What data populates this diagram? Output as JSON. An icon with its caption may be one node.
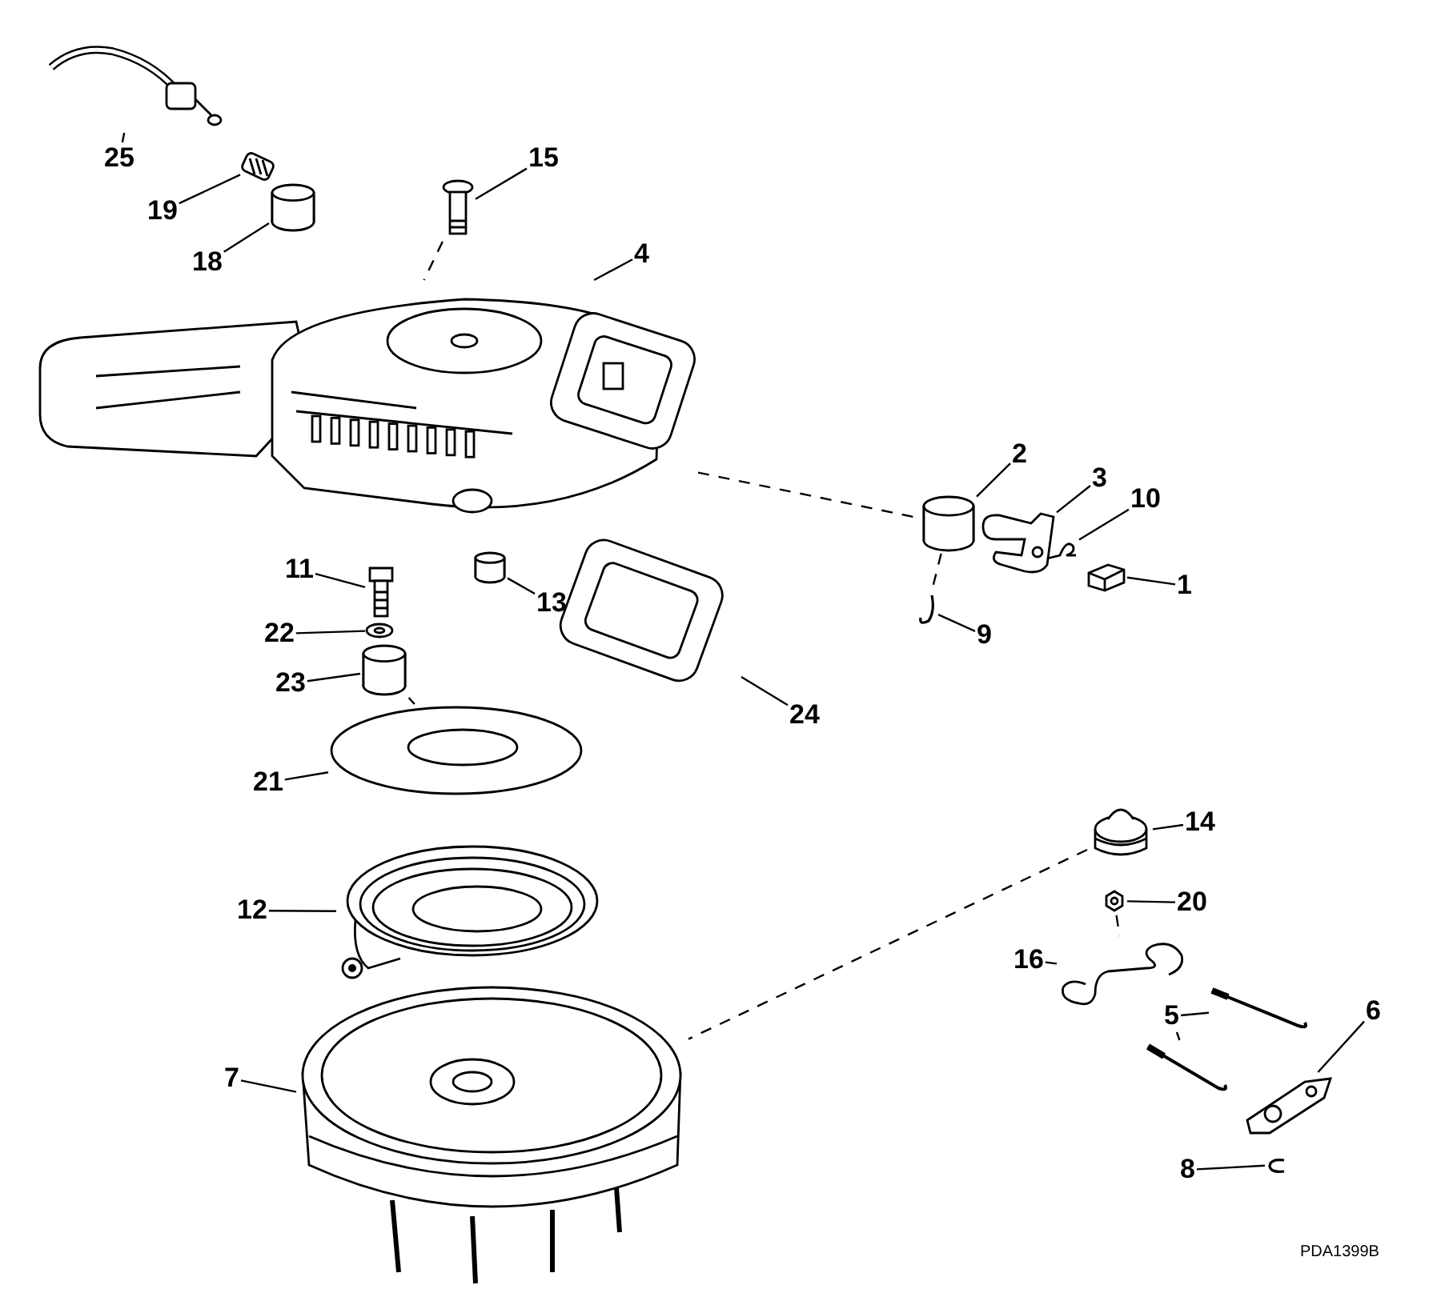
{
  "diagram": {
    "nodes": [
      {
        "text": [
          "25"
        ]
      },
      {
        "text": [],
        "shape": "picture"
      },
      {
        "text": [
          "19"
        ]
      },
      {
        "text": [],
        "shape": "picture"
      },
      {
        "text": [
          "15"
        ]
      },
      {
        "text": [],
        "shape": "picture"
      },
      {
        "text": [
          "18"
        ]
      },
      {
        "text": [],
        "shape": "cylinder"
      },
      {
        "text": [
          "4"
        ]
      },
      {
        "text": [],
        "shape": "picture"
      },
      {
        "text": [
          "2"
        ]
      },
      {
        "text": [],
        "shape": "cylinder"
      },
      {
        "text": [
          "3"
        ]
      },
      {
        "text": [],
        "shape": "picture"
      },
      {
        "text": [
          "10"
        ]
      },
      {
        "text": [],
        "shape": "picture"
      },
      {
        "text": [
          "11"
        ]
      },
      {
        "text": [],
        "shape": "picture"
      },
      {
        "text": [
          "1"
        ]
      },
      {
        "text": [],
        "shape": "picture"
      },
      {
        "text": [
          "13"
        ]
      },
      {
        "text": [],
        "shape": "cylinder"
      },
      {
        "text": [
          "9"
        ]
      },
      {
        "text": [],
        "shape": "picture"
      },
      {
        "text": [
          "22"
        ]
      },
      {
        "text": [],
        "shape": "picture"
      },
      {
        "text": [
          "23"
        ]
      },
      {
        "text": [],
        "shape": "cylinder"
      },
      {
        "text": [
          "24"
        ]
      },
      {
        "text": [],
        "shape": "picture"
      },
      {
        "text": [
          "21"
        ]
      },
      {
        "text": [],
        "shape": "picture"
      },
      {
        "text": [
          "14"
        ]
      },
      {
        "text": [],
        "shape": "picture"
      },
      {
        "text": [
          "20"
        ]
      },
      {
        "text": [],
        "shape": "picture"
      },
      {
        "text": [
          "12"
        ]
      },
      {
        "text": [],
        "shape": "picture"
      },
      {
        "text": [
          "16"
        ]
      },
      {
        "text": [],
        "shape": "picture"
      },
      {
        "text": [
          "5"
        ]
      },
      {
        "text": [],
        "shape": "picture"
      },
      {
        "text": [],
        "shape": "picture"
      },
      {
        "text": [
          "6"
        ]
      },
      {
        "text": [],
        "shape": "picture"
      },
      {
        "text": [
          "7"
        ]
      },
      {
        "text": [],
        "shape": "picture"
      },
      {
        "text": [
          "8"
        ]
      },
      {
        "text": [],
        "shape": "picture"
      }
    ],
    "edges": [
      {
        "from": 0,
        "to": 1,
        "arrow": "none"
      },
      {
        "from": 2,
        "to": 3,
        "arrow": "none"
      },
      {
        "from": 4,
        "to": 5,
        "arrow": "none"
      },
      {
        "from": 6,
        "to": 7,
        "arrow": "none"
      },
      {
        "from": 8,
        "to": 9,
        "arrow": "none"
      },
      {
        "from": 10,
        "to": 11,
        "arrow": "none"
      },
      {
        "from": 12,
        "to": 13,
        "arrow": "none"
      },
      {
        "from": 14,
        "to": 15,
        "arrow": "none"
      },
      {
        "from": 16,
        "to": 17,
        "arrow": "none"
      },
      {
        "from": 18,
        "to": 19,
        "arrow": "none"
      },
      {
        "from": 20,
        "to": 21,
        "arrow": "none"
      },
      {
        "from": 22,
        "to": 23,
        "arrow": "none"
      },
      {
        "from": 24,
        "to": 25,
        "arrow": "none"
      },
      {
        "from": 26,
        "to": 27,
        "arrow": "none"
      },
      {
        "from": 28,
        "to": 29,
        "arrow": "none"
      },
      {
        "from": 30,
        "to": 31,
        "arrow": "none"
      },
      {
        "from": 32,
        "to": 33,
        "arrow": "none"
      },
      {
        "from": 34,
        "to": 35,
        "arrow": "none"
      },
      {
        "from": 36,
        "to": 37,
        "arrow": "none"
      },
      {
        "from": 38,
        "to": 39,
        "arrow": "none"
      },
      {
        "from": 40,
        "to": 41,
        "arrow": "none"
      },
      {
        "from": 40,
        "to": 42,
        "arrow": "none"
      },
      {
        "from": 43,
        "to": 44,
        "arrow": "none"
      },
      {
        "from": 45,
        "to": 46,
        "arrow": "none"
      },
      {
        "from": 47,
        "to": 48,
        "arrow": "none"
      },
      {
        "from": 5,
        "to": 9,
        "arrow": "none",
        "style": "dashed"
      },
      {
        "from": 9,
        "to": 11,
        "arrow": "none",
        "style": "dashed"
      },
      {
        "from": 11,
        "to": 23,
        "arrow": "none",
        "style": "dashed"
      },
      {
        "from": 27,
        "to": 31,
        "arrow": "none",
        "style": "dashed"
      },
      {
        "from": 33,
        "to": 46,
        "arrow": "none",
        "style": "dashed"
      },
      {
        "from": 35,
        "to": 39,
        "arrow": "none",
        "style": "dashed"
      }
    ],
    "labels": [
      "PDA1399B"
    ]
  }
}
